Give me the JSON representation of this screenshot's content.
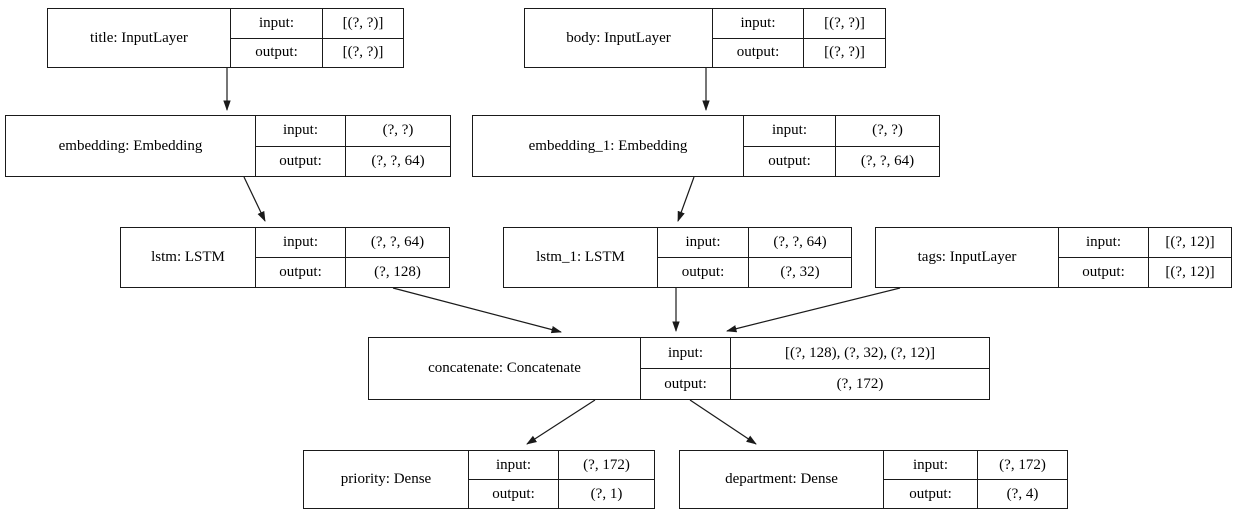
{
  "diagram": {
    "type": "keras-model-architecture-graph",
    "background_color": "#ffffff",
    "line_color": "#000000",
    "node_fill_color": "#ffffff",
    "nodes": [
      {
        "id": "title",
        "label": "title: InputLayer",
        "input_label": "input:",
        "input_shape": "[(?, ?)]",
        "output_label": "output:",
        "output_shape": "[(?, ?)]"
      },
      {
        "id": "body",
        "label": "body: InputLayer",
        "input_label": "input:",
        "input_shape": "[(?, ?)]",
        "output_label": "output:",
        "output_shape": "[(?, ?)]"
      },
      {
        "id": "embedding",
        "label": "embedding: Embedding",
        "input_label": "input:",
        "input_shape": "(?, ?)",
        "output_label": "output:",
        "output_shape": "(?, ?, 64)"
      },
      {
        "id": "embedding_1",
        "label": "embedding_1: Embedding",
        "input_label": "input:",
        "input_shape": "(?, ?)",
        "output_label": "output:",
        "output_shape": "(?, ?, 64)"
      },
      {
        "id": "lstm",
        "label": "lstm: LSTM",
        "input_label": "input:",
        "input_shape": "(?, ?, 64)",
        "output_label": "output:",
        "output_shape": "(?, 128)"
      },
      {
        "id": "lstm_1",
        "label": "lstm_1: LSTM",
        "input_label": "input:",
        "input_shape": "(?, ?, 64)",
        "output_label": "output:",
        "output_shape": "(?, 32)"
      },
      {
        "id": "tags",
        "label": "tags: InputLayer",
        "input_label": "input:",
        "input_shape": "[(?, 12)]",
        "output_label": "output:",
        "output_shape": "[(?, 12)]"
      },
      {
        "id": "concatenate",
        "label": "concatenate: Concatenate",
        "input_label": "input:",
        "input_shape": "[(?, 128), (?, 32), (?, 12)]",
        "output_label": "output:",
        "output_shape": "(?, 172)"
      },
      {
        "id": "priority",
        "label": "priority: Dense",
        "input_label": "input:",
        "input_shape": "(?, 172)",
        "output_label": "output:",
        "output_shape": "(?, 1)"
      },
      {
        "id": "department",
        "label": "department: Dense",
        "input_label": "input:",
        "input_shape": "(?, 172)",
        "output_label": "output:",
        "output_shape": "(?, 4)"
      }
    ],
    "edges": [
      {
        "from": "title",
        "to": "embedding"
      },
      {
        "from": "body",
        "to": "embedding_1"
      },
      {
        "from": "embedding",
        "to": "lstm"
      },
      {
        "from": "embedding_1",
        "to": "lstm_1"
      },
      {
        "from": "lstm",
        "to": "concatenate"
      },
      {
        "from": "lstm_1",
        "to": "concatenate"
      },
      {
        "from": "tags",
        "to": "concatenate"
      },
      {
        "from": "concatenate",
        "to": "priority"
      },
      {
        "from": "concatenate",
        "to": "department"
      }
    ]
  }
}
